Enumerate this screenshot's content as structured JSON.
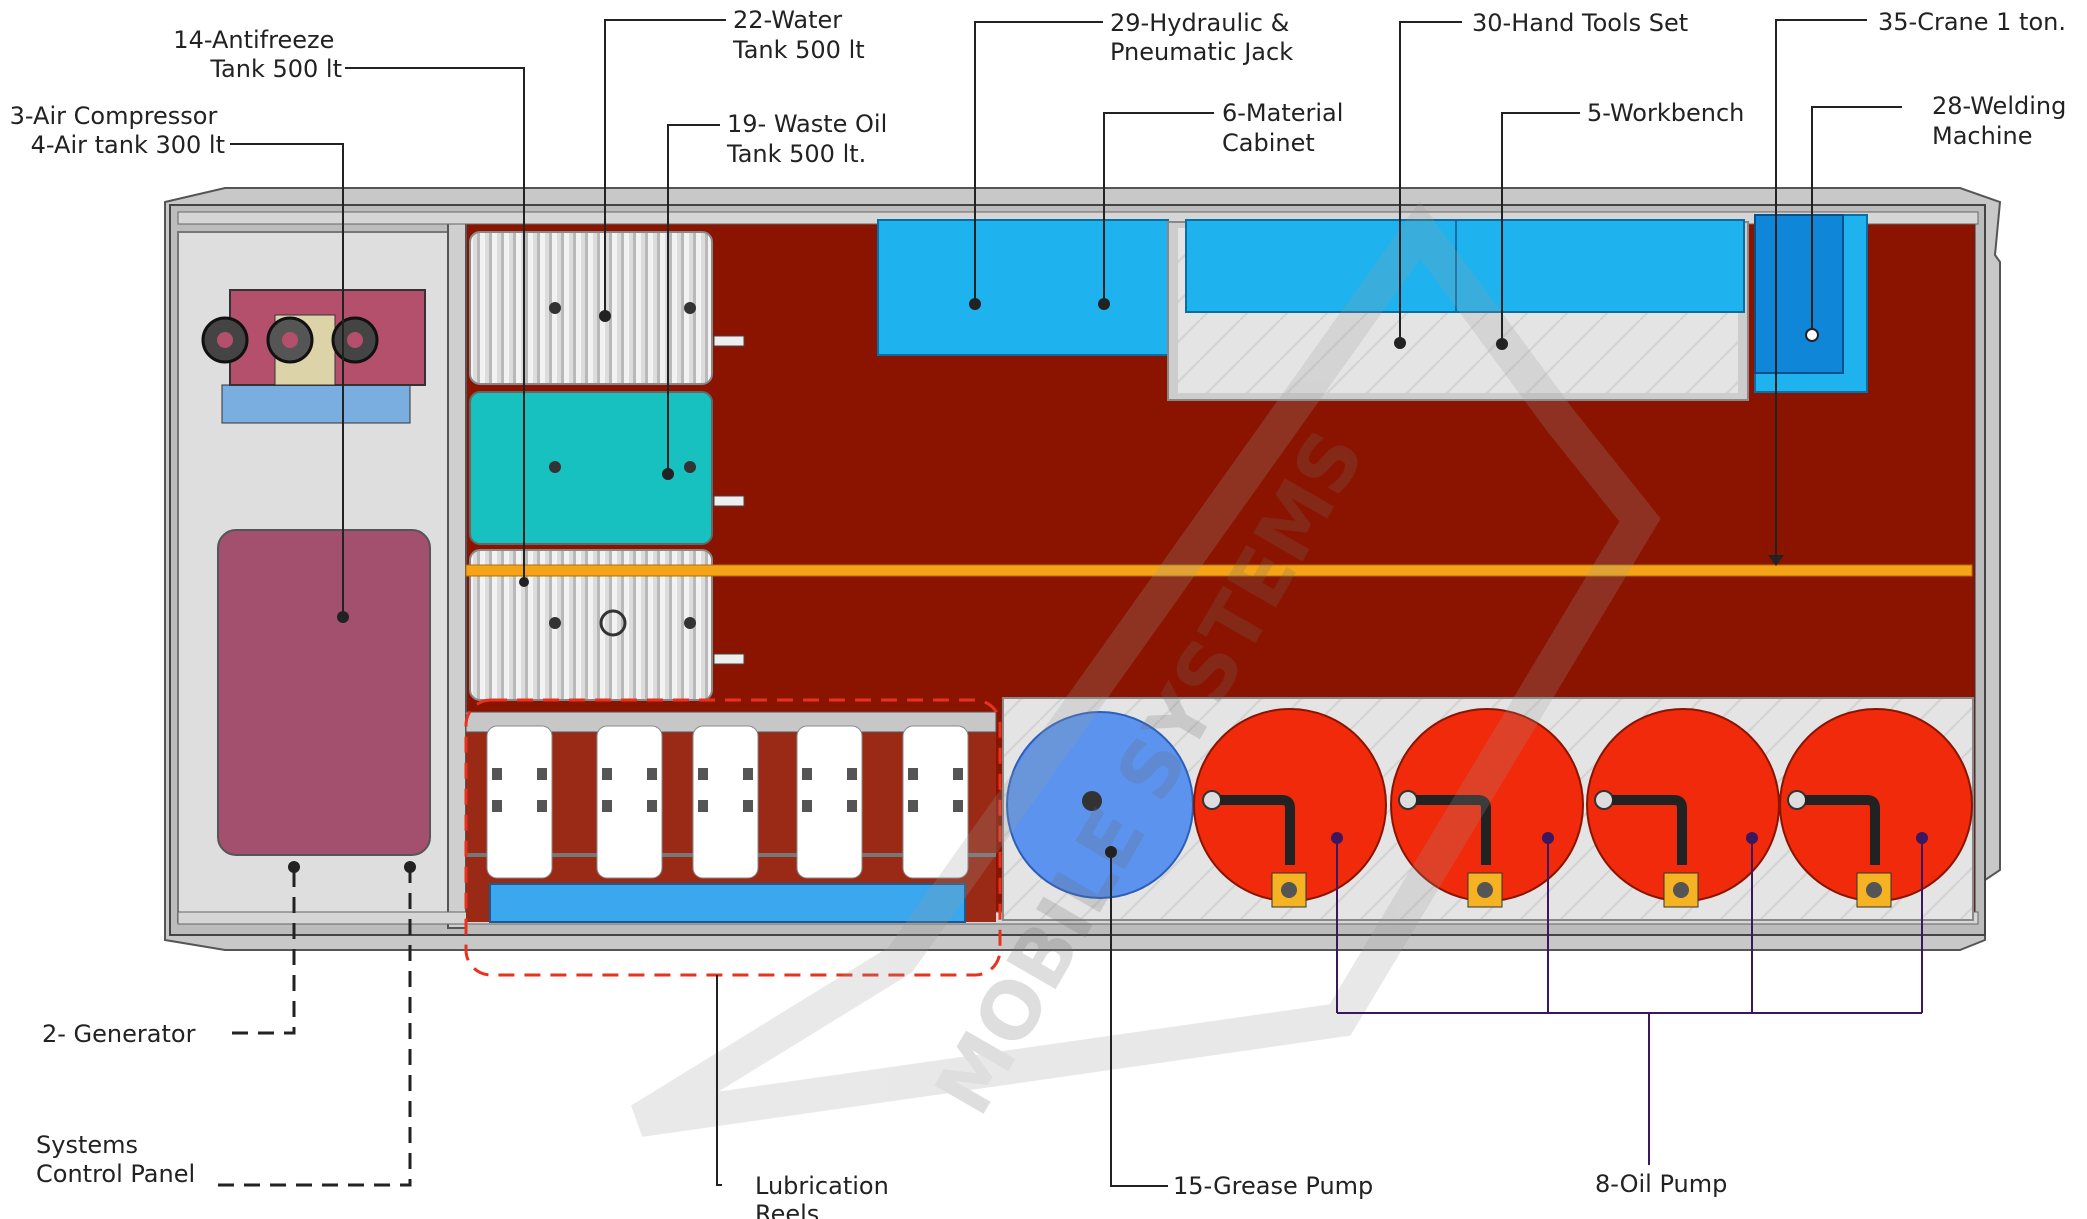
{
  "labels": {
    "antifreeze": [
      "14-Antifreeze",
      "Tank 500 lt"
    ],
    "air": [
      "3-Air Compressor",
      "4-Air tank 300 lt"
    ],
    "water": [
      "22-Water",
      "Tank 500 lt"
    ],
    "waste": [
      "19- Waste Oil",
      "Tank 500 lt."
    ],
    "jack": [
      "29-Hydraulic &",
      "Pneumatic Jack"
    ],
    "cabinet": [
      "6-Material",
      "Cabinet"
    ],
    "tools": "30-Hand Tools Set",
    "workbench": "5-Workbench",
    "crane": "35-Crane 1 ton.",
    "welding": [
      "28-Welding",
      "Machine"
    ],
    "generator": "2- Generator",
    "control": [
      "Systems",
      "Control Panel"
    ],
    "reels": [
      "Lubrication",
      "Reels"
    ],
    "grease": "15-Grease Pump",
    "oil": "8-Oil Pump"
  },
  "watermark": "MOBILE SYSTEMS",
  "colors": {
    "floor": "#8b1400",
    "frame": "#bdbdbd",
    "room": "#dcdcdc",
    "tank_silver": "#d8d8d8",
    "tank_teal": "#17c1bf",
    "air_tank": "#a3506e",
    "crane_rail": "#f5a418",
    "cabinet_blue": "#1eb3ee",
    "bench": "#c9c9c9",
    "welding": "#0f86d8",
    "grease_drum": "#5b93ee",
    "oil_drum": "#f02a0a",
    "reel": "#ffffff",
    "reel_rail": "#3aa7ee",
    "pump_base": "#f5b324",
    "lub_outline": "#e8321e",
    "oil_bracket": "#3d1660"
  }
}
